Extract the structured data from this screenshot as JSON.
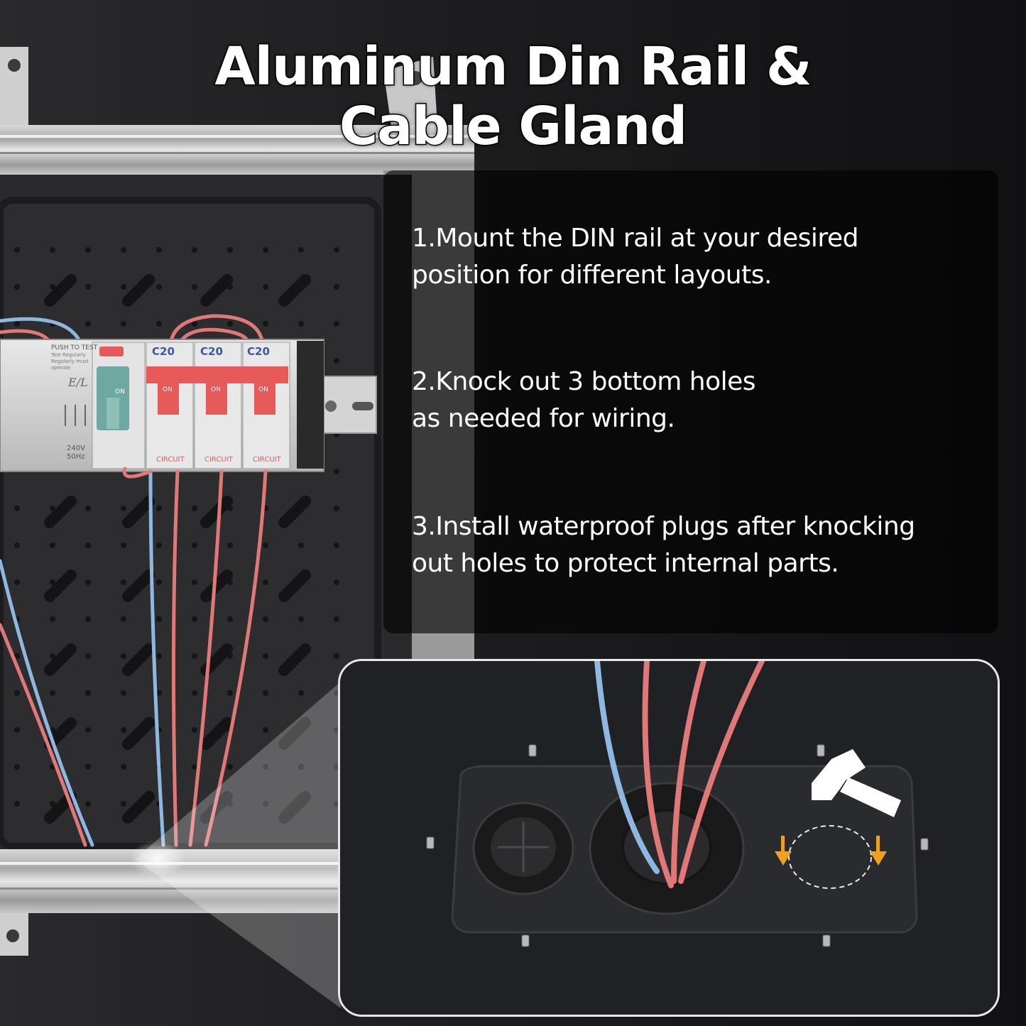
{
  "title": {
    "line1": "Aluminum Din Rail &",
    "line2": "Cable Gland"
  },
  "steps": [
    {
      "line1": "1.Mount the DIN rail at your desired",
      "line2": "position for different layouts."
    },
    {
      "line1": "2.Knock out 3 bottom holes",
      "line2": "as needed for wiring."
    },
    {
      "line1": "3.Install waterproof plugs after knocking",
      "line2": "out holes to protect internal parts."
    }
  ],
  "breaker": {
    "rcd_label": "PUSH TO TEST",
    "rcd_sub1": "Test Regularly",
    "rcd_sub2": "Regularly must",
    "rcd_sub3": "operate",
    "rcd_mark": "E/L",
    "rcd_rating1": "240V",
    "rcd_rating2": "50Hz",
    "rcd_switch": "ON",
    "mcbs": [
      {
        "rating": "C20",
        "switch": "ON",
        "label": "CIRCUIT"
      },
      {
        "rating": "C20",
        "switch": "ON",
        "label": "CIRCUIT"
      },
      {
        "rating": "C20",
        "switch": "ON",
        "label": "CIRCUIT"
      }
    ]
  },
  "icons": {
    "hammer": "hammer-icon",
    "arrow": "arrow-down-icon"
  },
  "colors": {
    "wire_blue": "#8fb8e0",
    "wire_red": "#e07878",
    "breaker_red": "#e65a5a",
    "rcd_teal": "#6fa8a0",
    "arrow_orange": "#f0a020"
  }
}
